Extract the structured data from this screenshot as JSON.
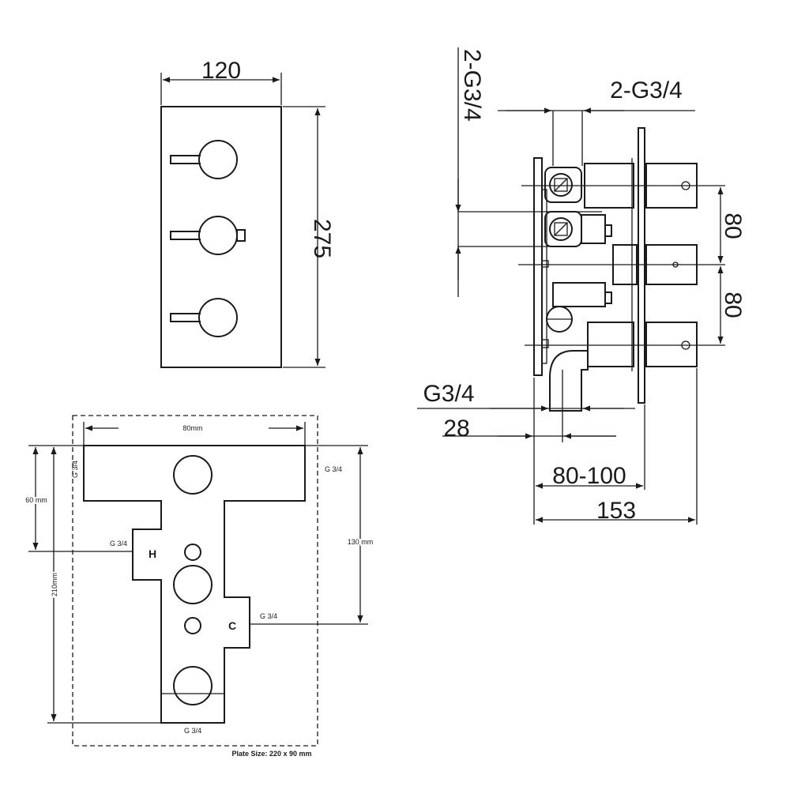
{
  "front_view": {
    "width_label": "120",
    "height_label": "275"
  },
  "side_view": {
    "top_label_vertical": "2-G3/4",
    "top_label_horizontal": "2-G3/4",
    "spacing_label_1": "80",
    "spacing_label_2": "80",
    "outlet_label": "G3/4",
    "outlet_offset_label": "28",
    "depth_range_label": "80-100",
    "total_depth_label": "153"
  },
  "plate_view": {
    "width_label": "80mm",
    "top_offset_label": "60 mm",
    "height_label": "210mm",
    "right_height_label": "130 mm",
    "top_left_port": "G 3/4",
    "top_right_port": "G 3/4",
    "hot_port": "G 3/4",
    "hot_label": "H",
    "cold_port": "G 3/4",
    "cold_label": "C",
    "bottom_port": "G 3/4",
    "plate_size": "Plate Size: 220 x 90 mm"
  }
}
